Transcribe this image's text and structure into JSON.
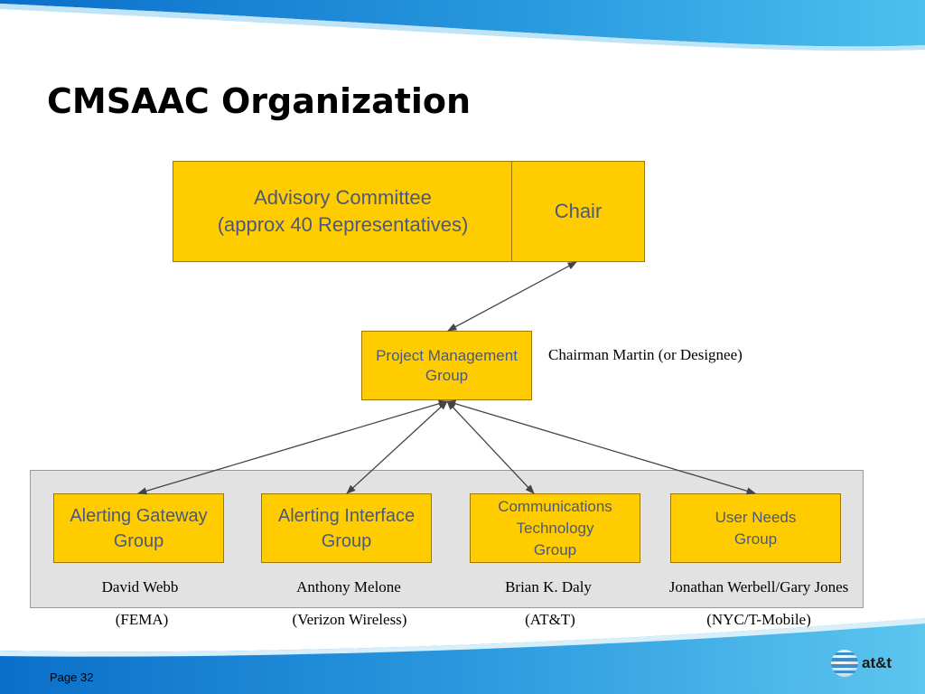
{
  "slide": {
    "title": "CMSAAC Organization",
    "page_label": "Page 32",
    "logo_text": "at&t"
  },
  "diagram": {
    "advisory_committee": "Advisory Committee\n(approx 40 Representatives)",
    "chair": "Chair",
    "project_management": "Project Management\nGroup",
    "project_management_lead": "Chairman Martin (or Designee)",
    "groups": [
      {
        "name": "Alerting Gateway\nGroup",
        "lead": "David Webb",
        "org": "(FEMA)"
      },
      {
        "name": "Alerting Interface\nGroup",
        "lead": "Anthony Melone",
        "org": "(Verizon Wireless)"
      },
      {
        "name": "Communications\nTechnology\nGroup",
        "lead": "Brian K. Daly",
        "org": "(AT&T)"
      },
      {
        "name": "User Needs\nGroup",
        "lead": "Jonathan Werbell/Gary Jones",
        "org": "(NYC/T-Mobile)"
      }
    ]
  },
  "colors": {
    "box_fill": "#ffcc00",
    "box_text": "#4a5a78",
    "banner_blue": "#1e8fd8",
    "panel_gray": "#e2e2e2"
  }
}
